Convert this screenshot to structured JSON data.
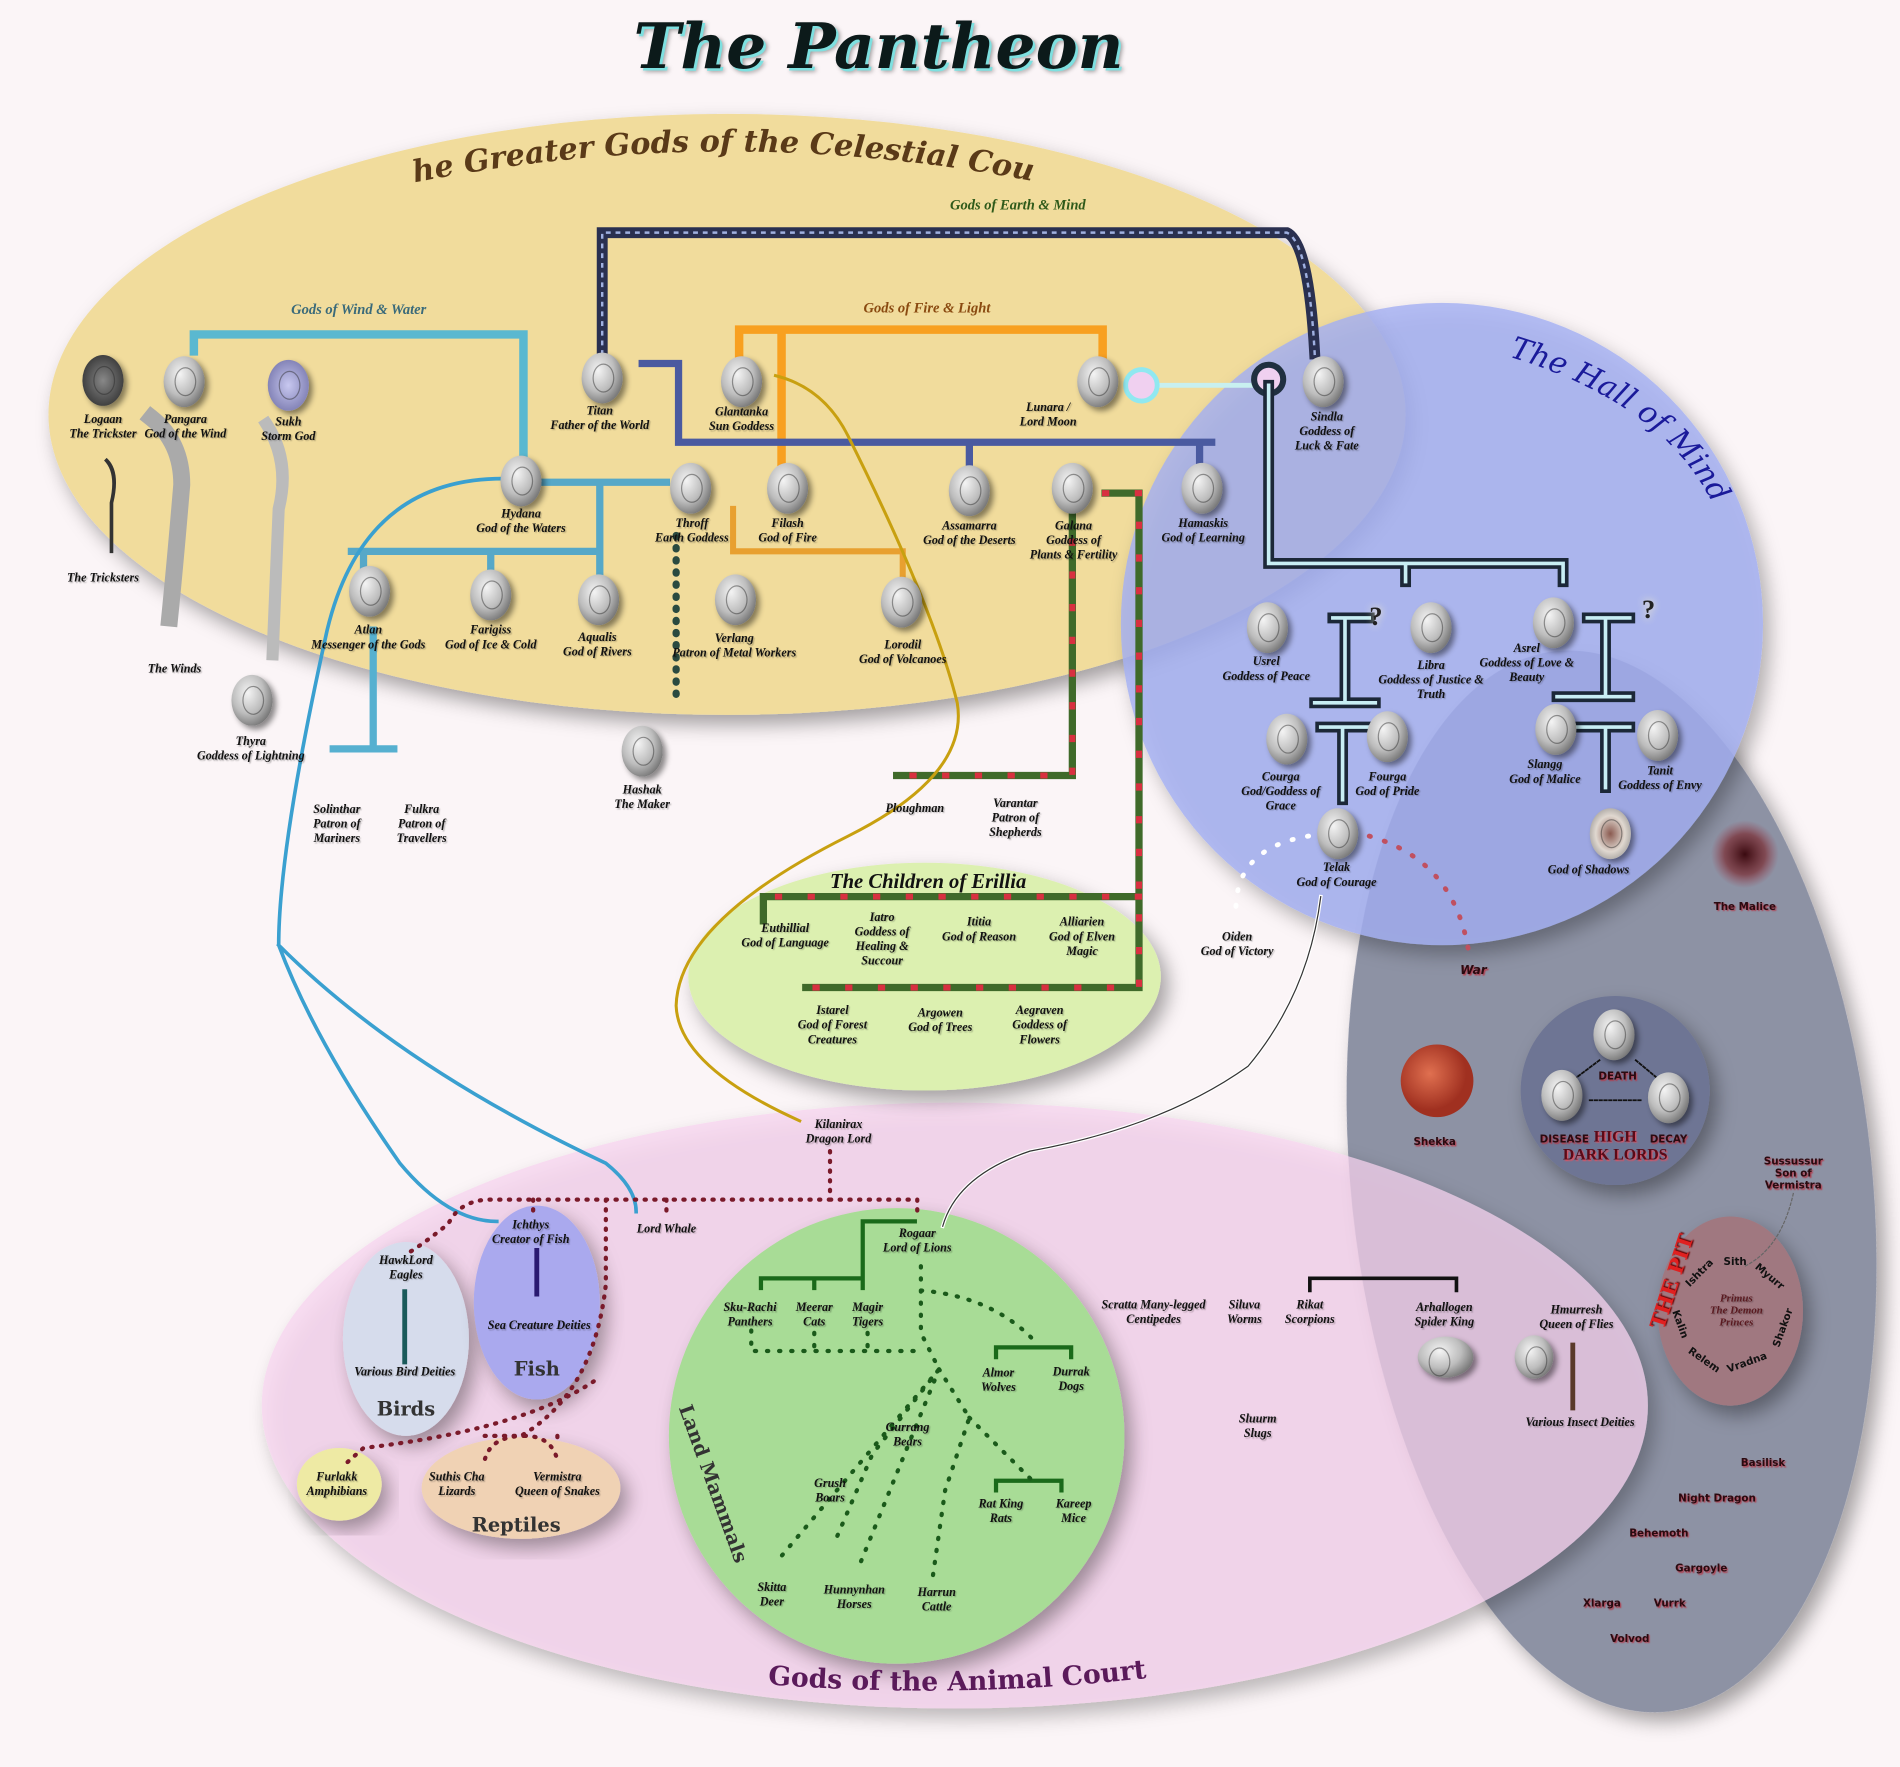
{
  "title": "The Pantheon",
  "celestial": {
    "title": "The Greater Gods of the Celestial Court",
    "earth_mind": "Gods of Earth & Mind",
    "wind_water": "Gods of Wind & Water",
    "fire_light": "Gods of Fire & Light",
    "gods": {
      "logaan": "Logaan\nThe Trickster",
      "pangara": "Pangara\nGod of the Wind",
      "sukh": "Sukh\nStorm God",
      "tricksters": "The Tricksters",
      "winds": "The Winds",
      "thyra": "Thyra\nGoddess of Lightning",
      "titan": "Titan\nFather of the World",
      "glantanka": "Glantanka\nSun Goddess",
      "lunara": "Lunara /\nLord Moon",
      "sindla": "Sindla\nGoddess of\nLuck & Fate",
      "hydana": "Hydana\nGod of the Waters",
      "throff": "Throff\nEarth Goddess",
      "filash": "Filash\nGod of Fire",
      "assamarra": "Assamarra\nGod of the Deserts",
      "galana": "Galana\nGoddess of\nPlants & Fertility",
      "hamaskis": "Hamaskis\nGod of Learning",
      "atlan": "Atlan\nMessenger of the Gods",
      "farigiss": "Farigiss\nGod of Ice & Cold",
      "aqualis": "Aqualis\nGod of Rivers",
      "verlang": "Verlang\nPatron of Metal Workers",
      "lorodil": "Lorodil\nGod of Volcanoes",
      "hashak": "Hashak\nThe Maker",
      "solinthar": "Solinthar\nPatron of\nMariners",
      "fulkra": "Fulkra\nPatron of\nTravellers",
      "ploughman": "Ploughman",
      "varantar": "Varantar\nPatron of\nShepherds"
    }
  },
  "erillia": {
    "title": "The Children of Erillia",
    "gods": {
      "euthillial": "Euthillial\nGod of Language",
      "iatro": "Iatro\nGoddess of\nHealing &\nSuccour",
      "ititia": "Ititia\nGod of Reason",
      "alliarien": "Alliarien\nGod of Elven\nMagic",
      "istarel": "Istarel\nGod of Forest\nCreatures",
      "argowen": "Argowen\nGod of Trees",
      "aegraven": "Aegraven\nGoddess of\nFlowers"
    }
  },
  "hall_of_mind": {
    "title": "The Hall of Mind",
    "unknown_mark": "?",
    "gods": {
      "usrel": "Usrel\nGoddess of Peace",
      "libra": "Libra\nGoddess of Justice &\nTruth",
      "asrel": "Asrel\nGoddess of Love &\nBeauty",
      "courga": "Courga\nGod/Goddess of\nGrace",
      "fourga": "Fourga\nGod of Pride",
      "slangg": "Slangg\nGod of Malice",
      "tanit": "Tanit\nGoddess of Envy",
      "telak": "Telak\nGod of Courage",
      "shadows": "God of Shadows",
      "oiden": "Oiden\nGod of Victory",
      "war": "War"
    }
  },
  "dark": {
    "malice": "The Malice",
    "shekka": "Shekka",
    "high_dark_lords": {
      "title": "HIGH\nDARK LORDS",
      "death": "DEATH",
      "disease": "DISEASE",
      "decay": "DECAY"
    },
    "sussussur": "Sussussur\nSon of\nVermistra",
    "pit": {
      "title": "THE PIT",
      "center": "Primus\nThe Demon\nPrinces",
      "princes": [
        "Ishtra",
        "Sith",
        "Myurr",
        "Shakor",
        "Vradna",
        "Relem",
        "Kalin"
      ]
    },
    "monsters": [
      "Basilisk",
      "Night Dragon",
      "Behemoth",
      "Gargoyle",
      "Xlarga",
      "Vurrk",
      "Volvod"
    ]
  },
  "animal_court": {
    "title": "Gods of the Animal Court",
    "kilanirax": "Kilanirax\nDragon Lord",
    "lord_whale": "Lord Whale",
    "birds": {
      "title": "Birds",
      "hawklord": "HawkLord\nEagles",
      "various": "Various Bird Deities"
    },
    "fish": {
      "title": "Fish",
      "ichthys": "Ichthys\nCreator of Fish",
      "various": "Sea Creature Deities"
    },
    "furlakk": "Furlakk\nAmphibians",
    "reptiles": {
      "title": "Reptiles",
      "suthis": "Suthis Cha\nLizards",
      "vermistra": "Vermistra\nQueen of Snakes"
    },
    "land_mammals": {
      "title": "Land Mammals",
      "rogaar": "Rogaar\nLord of Lions",
      "skurachi": "Sku-Rachi\nPanthers",
      "meerar": "Meerar\nCats",
      "magir": "Magir\nTigers",
      "almor": "Almor\nWolves",
      "durrak": "Durrak\nDogs",
      "gurrang": "Gurrang\nBears",
      "grush": "Grush\nBoars",
      "ratking": "Rat King\nRats",
      "kareep": "Kareep\nMice",
      "skitta": "Skitta\nDeer",
      "hunnynhan": "Hunnynhan\nHorses",
      "harrun": "Harrun\nCattle"
    },
    "insects": {
      "scratta": "Scratta Many-legged\nCentipedes",
      "siluva": "Siluva\nWorms",
      "rikat": "Rikat\nScorpions",
      "arhallogen": "Arhallogen\nSpider King",
      "hmurresh": "Hmurresh\nQueen of Flies",
      "sluurm": "Sluurm\nSlugs",
      "various": "Various Insect Deities"
    }
  },
  "colors": {
    "celestial": "#f1dc9c",
    "hall": "#a3b0f2",
    "dark": "#8d92a4",
    "animal": "#f6d2ef",
    "erillia": "#dcf0b0",
    "mammals": "#a8dc96",
    "pit": "#a07880",
    "dark_lords": "#6e7594"
  }
}
